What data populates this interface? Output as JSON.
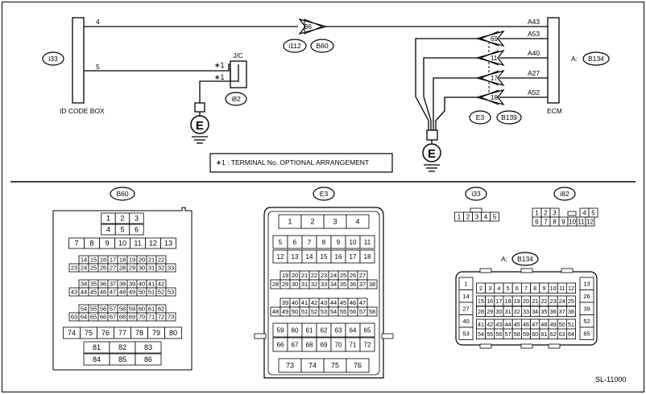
{
  "wiring": {
    "id_code_box": {
      "label": "ID CODE BOX",
      "connector": "i33",
      "pins": [
        "4",
        "5"
      ]
    },
    "jc": {
      "label": "J/C",
      "connector": "i82",
      "terminals": [
        "∗1",
        "∗1"
      ]
    },
    "ecm": {
      "label": "ECM",
      "prefix": "A:",
      "connector": "B134",
      "pins": [
        "A43",
        "A53",
        "A40",
        "A27",
        "A52"
      ]
    },
    "inline_connector": {
      "pin": "36",
      "connectors": [
        "i112",
        "B60"
      ]
    },
    "ground_connector": {
      "pins": [
        "69",
        "11",
        "17",
        "18"
      ],
      "connectors": [
        "E3",
        "B139"
      ]
    },
    "ground_symbol": "E",
    "note": "∗1 : TERMINAL No. OPTIONAL ARRANGEMENT"
  },
  "connectors": {
    "b60": {
      "name": "B60",
      "rows": [
        [
          "1",
          "2",
          "3"
        ],
        [
          "4",
          "5",
          "6"
        ],
        [
          "7",
          "8",
          "9",
          "10",
          "11",
          "12",
          "13"
        ],
        [
          "14",
          "15",
          "16",
          "17",
          "18",
          "19",
          "20",
          "21",
          "22"
        ],
        [
          "23",
          "24",
          "25",
          "26",
          "27",
          "28",
          "29",
          "30",
          "31",
          "32",
          "33"
        ],
        [
          "34",
          "35",
          "36",
          "37",
          "38",
          "39",
          "40",
          "41",
          "42"
        ],
        [
          "43",
          "44",
          "45",
          "46",
          "47",
          "48",
          "49",
          "50",
          "51",
          "52",
          "53"
        ],
        [
          "54",
          "55",
          "56",
          "57",
          "58",
          "59",
          "60",
          "61",
          "62"
        ],
        [
          "63",
          "64",
          "65",
          "66",
          "67",
          "68",
          "69",
          "70",
          "71",
          "72",
          "73"
        ],
        [
          "74",
          "75",
          "76",
          "77",
          "78",
          "79",
          "80"
        ],
        [
          "81",
          "82",
          "83"
        ],
        [
          "84",
          "85",
          "86"
        ]
      ]
    },
    "e3": {
      "name": "E3",
      "rows": [
        [
          "1",
          "2",
          "3",
          "4"
        ],
        [
          "5",
          "6",
          "7",
          "8",
          "9",
          "10",
          "11"
        ],
        [
          "12",
          "13",
          "14",
          "15",
          "16",
          "17",
          "18"
        ],
        [
          "19",
          "20",
          "21",
          "22",
          "23",
          "24",
          "25",
          "26",
          "27"
        ],
        [
          "28",
          "29",
          "30",
          "31",
          "32",
          "33",
          "34",
          "35",
          "36",
          "37",
          "38"
        ],
        [
          "39",
          "40",
          "41",
          "42",
          "43",
          "44",
          "45",
          "46",
          "47"
        ],
        [
          "48",
          "49",
          "50",
          "51",
          "52",
          "53",
          "54",
          "55",
          "56",
          "57",
          "58"
        ],
        [
          "59",
          "60",
          "61",
          "62",
          "63",
          "64",
          "65"
        ],
        [
          "66",
          "67",
          "68",
          "69",
          "70",
          "71",
          "72"
        ],
        [
          "73",
          "74",
          "75",
          "76"
        ]
      ]
    },
    "i33": {
      "name": "i33",
      "pins": [
        "1",
        "2",
        "3",
        "4",
        "5"
      ]
    },
    "i82": {
      "name": "i82",
      "rows": [
        [
          "1",
          "2",
          "3",
          "4",
          "5"
        ],
        [
          "6",
          "7",
          "8",
          "9",
          "10",
          "11",
          "12"
        ]
      ]
    },
    "b134": {
      "name": "B134",
      "prefix": "A:",
      "left_col": [
        "1",
        "14",
        "27",
        "40",
        "53"
      ],
      "right_col": [
        "13",
        "26",
        "39",
        "52",
        "65"
      ],
      "rows": [
        [
          "2",
          "3",
          "4",
          "5",
          "6",
          "7",
          "8",
          "9",
          "10",
          "11",
          "12"
        ],
        [
          "15",
          "16",
          "17",
          "18",
          "19",
          "20",
          "21",
          "22",
          "23",
          "24",
          "25"
        ],
        [
          "28",
          "29",
          "30",
          "31",
          "32",
          "33",
          "34",
          "35",
          "36",
          "37",
          "38"
        ],
        [
          "41",
          "42",
          "43",
          "44",
          "45",
          "46",
          "47",
          "48",
          "49",
          "50",
          "51"
        ],
        [
          "54",
          "55",
          "56",
          "57",
          "58",
          "59",
          "60",
          "61",
          "62",
          "63",
          "64"
        ]
      ]
    }
  },
  "figure_id": "SL-11000"
}
